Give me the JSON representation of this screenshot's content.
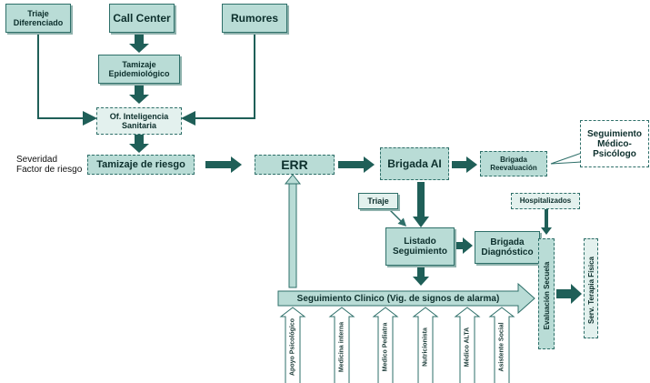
{
  "nodes": {
    "triaje_diferenciado": "Triaje\nDiferenciado",
    "call_center": "Call Center",
    "rumores": "Rumores",
    "tamizaje_epidemiologico": "Tamizaje\nEpidemiológico",
    "of_inteligencia": "Of. Inteligencia\nSanitaria",
    "tamizaje_riesgo": "Tamizaje de riesgo",
    "err": "ERR",
    "brigada_ai": "Brigada AI",
    "brigada_reevaluacion": "Brigada\nReevaluación",
    "seguimiento_medico": "Seguimiento\nMédico-\nPsicólogo",
    "triaje": "Triaje",
    "hospitalizados": "Hospitalizados",
    "listado_seguimiento": "Listado\nSeguimiento",
    "brigada_diagnostico": "Brigada\nDiagnóstico",
    "seguimiento_clinico": "Seguimiento Clinico (Vig. de signos de alarma)",
    "evaluacion_secuela": "Evaluación Secuela",
    "serv_terapia_fisica": "Serv. Terapia Física"
  },
  "side_labels": {
    "severidad": "Severidad",
    "factor_riesgo": "Factor de riesgo"
  },
  "support_services": [
    "Apoyo Psicológico",
    "Medicina interna",
    "Medico Pediatra",
    "Nutricionista",
    "Médico ALTA",
    "Asistente Social"
  ],
  "colors": {
    "box_fill": "#b9dcd6",
    "box_border": "#2e6f69",
    "arrow": "#1f5f58",
    "text": "#0c2f2c"
  }
}
